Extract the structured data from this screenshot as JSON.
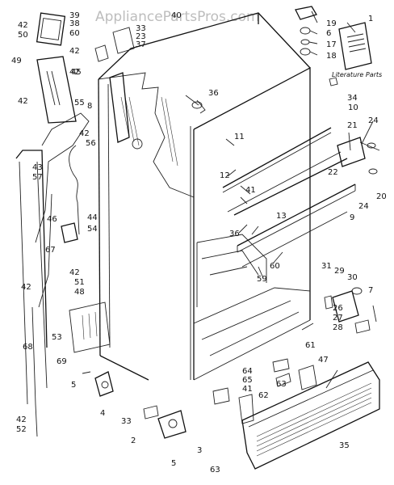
{
  "watermark": "AppliancePartsPros.com",
  "literature_label": "Literature Parts",
  "callouts": [
    {
      "id": "c1",
      "text": "1"
    },
    {
      "id": "c2",
      "text": "2"
    },
    {
      "id": "c3",
      "text": "3"
    },
    {
      "id": "c4",
      "text": "4"
    },
    {
      "id": "c5a",
      "text": "5"
    },
    {
      "id": "c5b",
      "text": "5"
    },
    {
      "id": "c6",
      "text": "6"
    },
    {
      "id": "c7",
      "text": "7"
    },
    {
      "id": "c8",
      "text": "8"
    },
    {
      "id": "c9",
      "text": "9"
    },
    {
      "id": "c10",
      "text": "10"
    },
    {
      "id": "c11",
      "text": "11"
    },
    {
      "id": "c12",
      "text": "12"
    },
    {
      "id": "c13",
      "text": "13"
    },
    {
      "id": "c17",
      "text": "17"
    },
    {
      "id": "c18",
      "text": "18"
    },
    {
      "id": "c19",
      "text": "19"
    },
    {
      "id": "c20",
      "text": "20"
    },
    {
      "id": "c21",
      "text": "21"
    },
    {
      "id": "c22",
      "text": "22"
    },
    {
      "id": "c23",
      "text": "23"
    },
    {
      "id": "c24a",
      "text": "24"
    },
    {
      "id": "c24b",
      "text": "24"
    },
    {
      "id": "c26",
      "text": "26"
    },
    {
      "id": "c27",
      "text": "27"
    },
    {
      "id": "c28",
      "text": "28"
    },
    {
      "id": "c29",
      "text": "29"
    },
    {
      "id": "c30",
      "text": "30"
    },
    {
      "id": "c31",
      "text": "31"
    },
    {
      "id": "c33a",
      "text": "33"
    },
    {
      "id": "c33b",
      "text": "33"
    },
    {
      "id": "c34",
      "text": "34"
    },
    {
      "id": "c35",
      "text": "35"
    },
    {
      "id": "c36a",
      "text": "36"
    },
    {
      "id": "c36b",
      "text": "36"
    },
    {
      "id": "c37",
      "text": "37"
    },
    {
      "id": "c38",
      "text": "38"
    },
    {
      "id": "c39",
      "text": "39"
    },
    {
      "id": "c40",
      "text": "40"
    },
    {
      "id": "c41a",
      "text": "41"
    },
    {
      "id": "c41b",
      "text": "41"
    },
    {
      "id": "c42a",
      "text": "42"
    },
    {
      "id": "c42b",
      "text": "42"
    },
    {
      "id": "c42c",
      "text": "42"
    },
    {
      "id": "c42d",
      "text": "42"
    },
    {
      "id": "c42e",
      "text": "42"
    },
    {
      "id": "c42f",
      "text": "42"
    },
    {
      "id": "c42g",
      "text": "42"
    },
    {
      "id": "c42h",
      "text": "42"
    },
    {
      "id": "c43",
      "text": "43"
    },
    {
      "id": "c44",
      "text": "44"
    },
    {
      "id": "c45",
      "text": "45"
    },
    {
      "id": "c46",
      "text": "46"
    },
    {
      "id": "c47",
      "text": "47"
    },
    {
      "id": "c48",
      "text": "48"
    },
    {
      "id": "c49",
      "text": "49"
    },
    {
      "id": "c50",
      "text": "50"
    },
    {
      "id": "c51",
      "text": "51"
    },
    {
      "id": "c52",
      "text": "52"
    },
    {
      "id": "c53",
      "text": "53"
    },
    {
      "id": "c54",
      "text": "54"
    },
    {
      "id": "c55",
      "text": "55"
    },
    {
      "id": "c56",
      "text": "56"
    },
    {
      "id": "c57",
      "text": "57"
    },
    {
      "id": "c59",
      "text": "59"
    },
    {
      "id": "c60a",
      "text": "60"
    },
    {
      "id": "c60b",
      "text": "60"
    },
    {
      "id": "c61",
      "text": "61"
    },
    {
      "id": "c62",
      "text": "62"
    },
    {
      "id": "c63a",
      "text": "63"
    },
    {
      "id": "c63b",
      "text": "63"
    },
    {
      "id": "c64",
      "text": "64"
    },
    {
      "id": "c65",
      "text": "65"
    },
    {
      "id": "c67",
      "text": "67"
    },
    {
      "id": "c68",
      "text": "68"
    },
    {
      "id": "c69",
      "text": "69"
    }
  ]
}
